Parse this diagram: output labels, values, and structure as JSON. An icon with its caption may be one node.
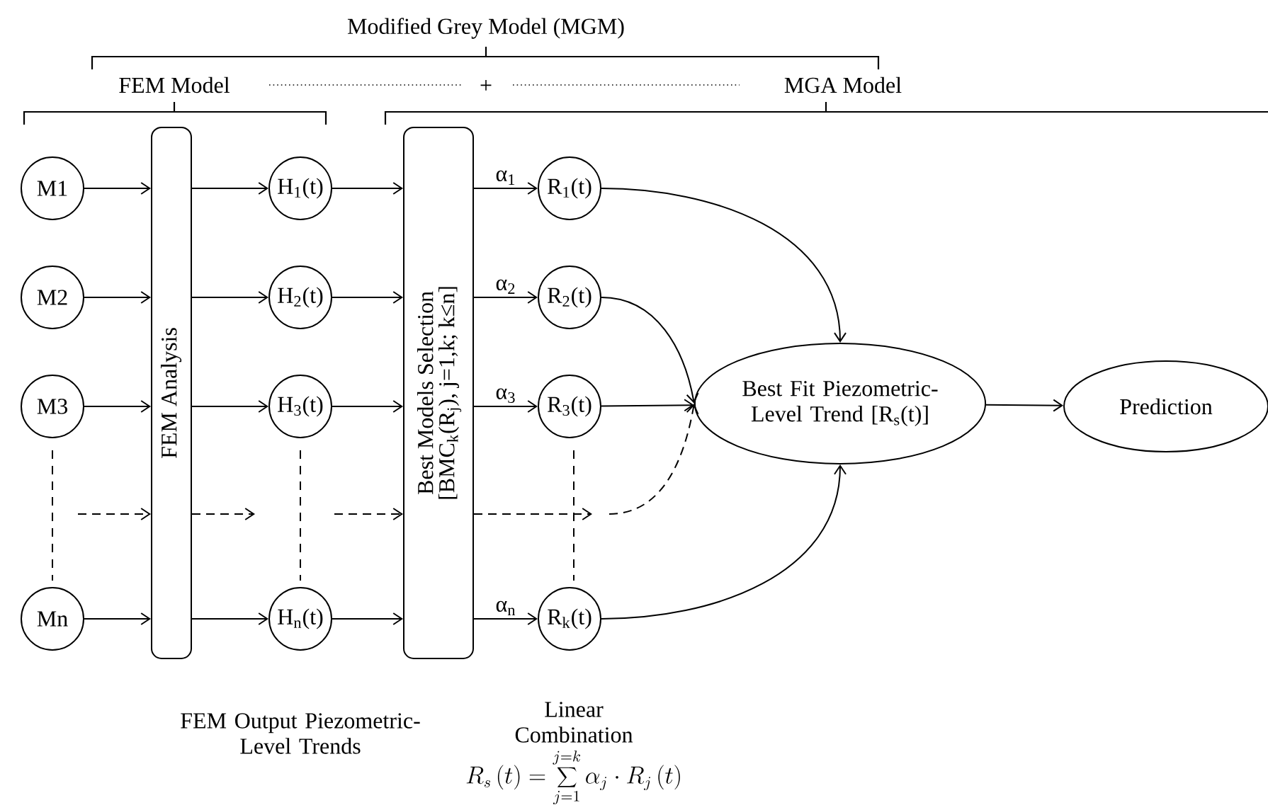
{
  "diagram": {
    "nodes": [
      {
        "text": [
          "M1"
        ]
      },
      {
        "text": [
          "M2"
        ]
      },
      {
        "text": [
          "M3"
        ]
      },
      {
        "text": [
          "Mn"
        ]
      },
      {
        "text": [
          "FEM Analysis"
        ]
      },
      {
        "text": [
          "H$_{1}$(t)"
        ]
      },
      {
        "text": [
          "H$_{2}$(t)"
        ]
      },
      {
        "text": [
          "H$_{3}$(t)"
        ]
      },
      {
        "text": [
          "H$_{n}$(t)"
        ]
      },
      {
        "text": [
          "Best Models Selection",
          "[BMC$_{k}$(R$_{j}$), j=1,k; k≤n]"
        ]
      },
      {
        "text": [
          "R$_{1}$(t)"
        ]
      },
      {
        "text": [
          "R$_{2}$(t)"
        ]
      },
      {
        "text": [
          "R$_{3}$(t)"
        ]
      },
      {
        "text": [
          "R$_{k}$(t)"
        ]
      },
      {
        "text": [
          "Best Fit Piezometric-Level Trend [R$_{s}$(t)]"
        ]
      },
      {
        "text": [
          "Prediction"
        ]
      }
    ],
    "edges": [
      {
        "from": 0,
        "to": 4,
        "arrow": "to"
      },
      {
        "from": 1,
        "to": 4,
        "arrow": "to"
      },
      {
        "from": 2,
        "to": 4,
        "arrow": "to"
      },
      {
        "from": null,
        "to": 4,
        "arrow": "to",
        "style": "dashed"
      },
      {
        "from": 3,
        "to": 4,
        "arrow": "to"
      },
      {
        "from": 4,
        "to": 5,
        "arrow": "to"
      },
      {
        "from": 4,
        "to": 6,
        "arrow": "to"
      },
      {
        "from": 4,
        "to": 7,
        "arrow": "to"
      },
      {
        "from": 4,
        "to": null,
        "arrow": "to",
        "style": "dashed"
      },
      {
        "from": 4,
        "to": 8,
        "arrow": "to"
      },
      {
        "from": 5,
        "to": 9,
        "arrow": "to"
      },
      {
        "from": 6,
        "to": 9,
        "arrow": "to"
      },
      {
        "from": 7,
        "to": 9,
        "arrow": "to"
      },
      {
        "from": null,
        "to": 9,
        "arrow": "to",
        "style": "dashed"
      },
      {
        "from": 8,
        "to": 9,
        "arrow": "to"
      },
      {
        "from": 9,
        "to": 10,
        "arrow": "to",
        "label": "α$_{1}$"
      },
      {
        "from": 9,
        "to": 11,
        "arrow": "to",
        "label": "α$_{2}$"
      },
      {
        "from": 9,
        "to": 12,
        "arrow": "to",
        "label": "α$_{3}$"
      },
      {
        "from": 9,
        "to": null,
        "arrow": "to",
        "style": "dashed"
      },
      {
        "from": 9,
        "to": 13,
        "arrow": "to",
        "label": "α$_{n}$"
      },
      {
        "from": 10,
        "to": 14,
        "arrow": "to"
      },
      {
        "from": 11,
        "to": 14,
        "arrow": "to"
      },
      {
        "from": 12,
        "to": 14,
        "arrow": "to"
      },
      {
        "from": null,
        "to": 14,
        "arrow": "to",
        "style": "dashed"
      },
      {
        "from": 13,
        "to": 14,
        "arrow": "to"
      },
      {
        "from": 14,
        "to": 15,
        "arrow": "to"
      }
    ],
    "labels": [
      "Modified Grey Model (MGM)",
      "FEM Model",
      "+",
      "MGA Model",
      "FEM Output Piezometric-Level Trends",
      "Linear Combination",
      "R_s\\left(t\\right)=\\sum_{j=1}^{j=k}\\alpha_j\\cdot R_j\\left(t\\right)"
    ]
  }
}
